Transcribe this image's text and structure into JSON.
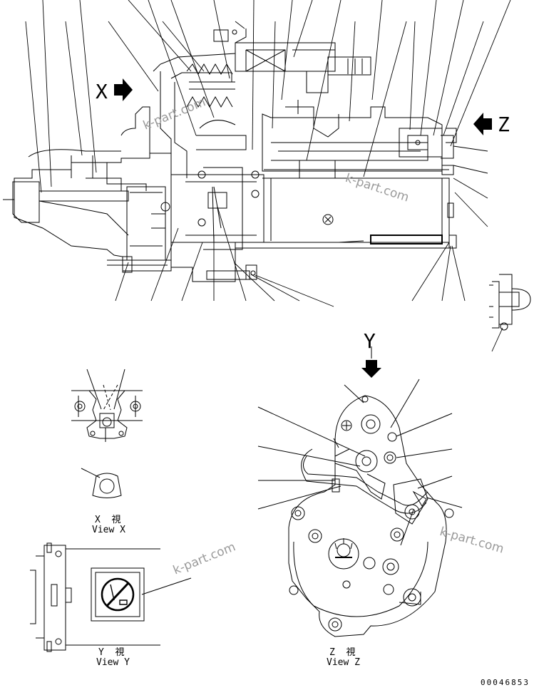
{
  "views": {
    "x": {
      "letter": "X",
      "kanji": "X  視",
      "english": "View X"
    },
    "y": {
      "letter": "Y",
      "kanji": "Y  視",
      "english": "View Y"
    },
    "z": {
      "letter": "Z",
      "kanji": "Z  視",
      "english": "View Z"
    }
  },
  "watermark": "k-part.com",
  "drawing_code": "00046853"
}
